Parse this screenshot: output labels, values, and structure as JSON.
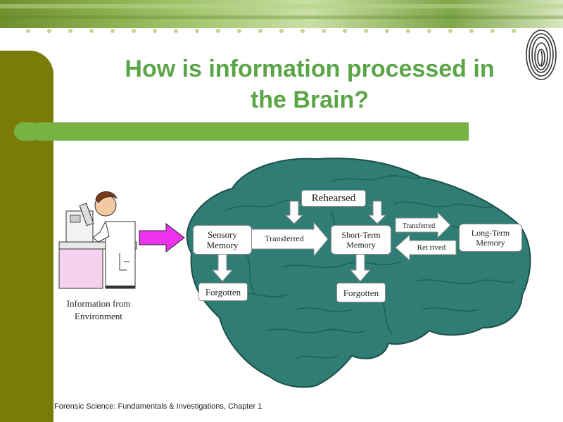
{
  "title": {
    "line1": "How is information processed in",
    "line2": "the Brain?"
  },
  "diagram": {
    "rehearsed": "Rehearsed",
    "sensory_memory": "Sensory Memory",
    "transferred_1": "Transferred",
    "short_term_memory": "Short-Term Memory",
    "transferred_2": "Transferred",
    "retrived": "Ret rived",
    "long_term_memory": "Long-Term Memory",
    "forgotten_1": "Forgotten",
    "forgotten_2": "Forgotten",
    "info_line1": "Information from",
    "info_line2": "Environment"
  },
  "footer": "Forensic Science: Fundamentals & Investigations, Chapter 1",
  "colors": {
    "title": "#5aa547",
    "brain": "#2f7d74",
    "left_band": "#7b7b0a",
    "green_bar": "#77b243",
    "magenta_arrow": "#ee33ee"
  }
}
